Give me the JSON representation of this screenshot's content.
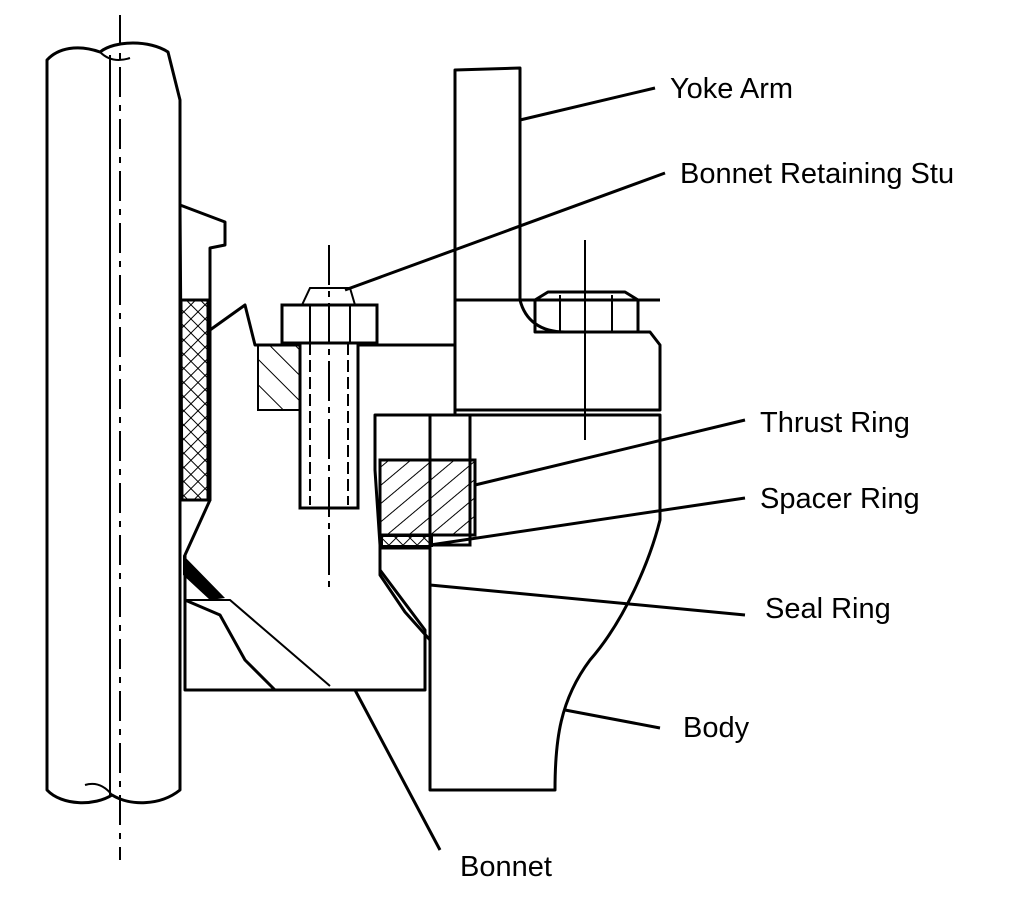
{
  "labels": {
    "yoke_arm": "Yoke Arm",
    "bonnet_retaining_stud": "Bonnet Retaining Stu",
    "thrust_ring": "Thrust Ring",
    "spacer_ring": "Spacer Ring",
    "seal_ring": "Seal Ring",
    "body": "Body",
    "bonnet": "Bonnet"
  },
  "colors": {
    "ink": "#000000",
    "paper": "#ffffff"
  }
}
